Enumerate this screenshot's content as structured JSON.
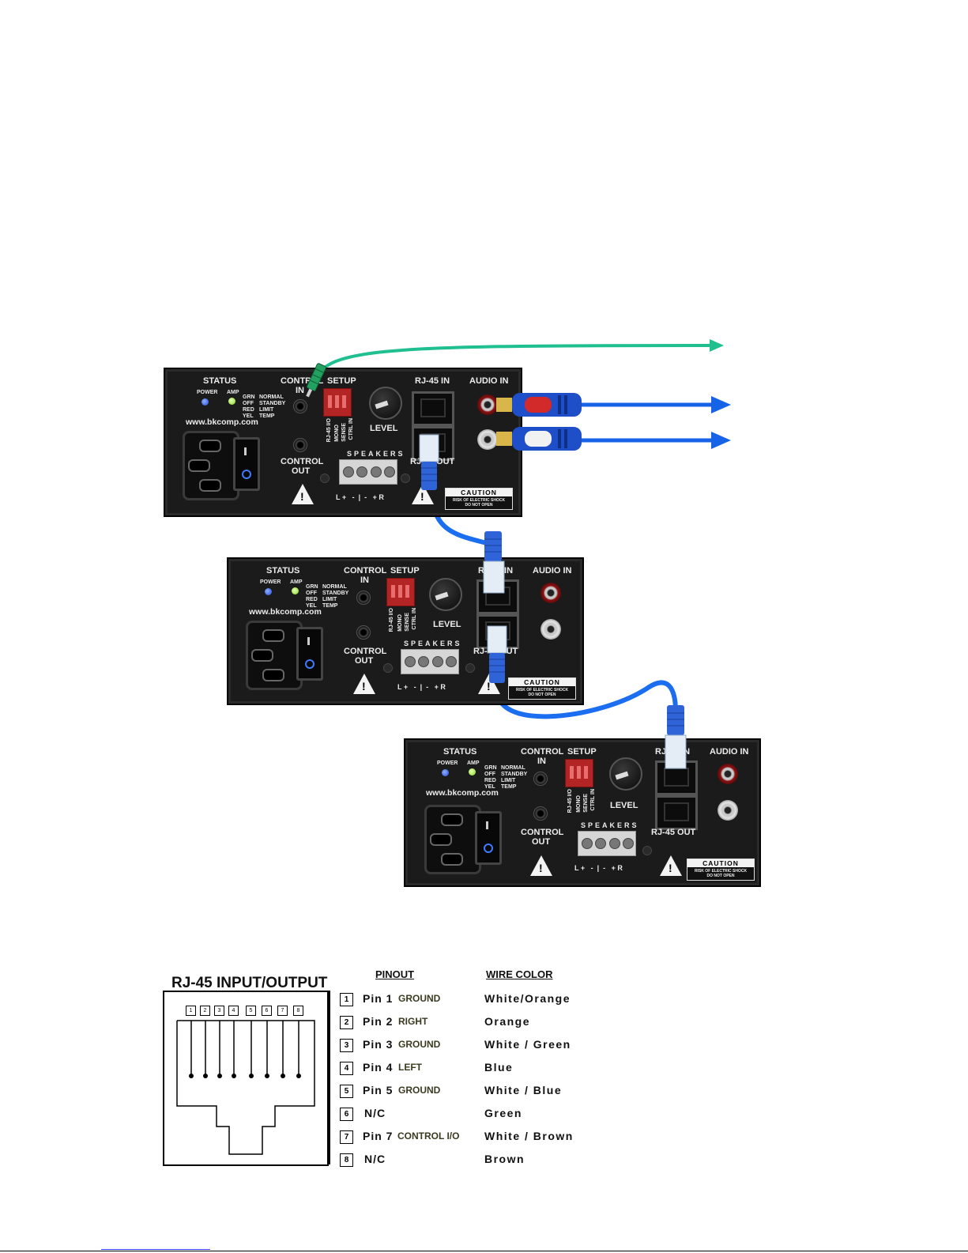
{
  "amp": {
    "status": "STATUS",
    "power": "POWER",
    "amp": "AMP",
    "grn": "GRN",
    "off": "OFF",
    "red": "RED",
    "yel": "YEL",
    "normal": "NORMAL",
    "standby": "STANDBY",
    "limit": "LIMIT",
    "temp": "TEMP",
    "website": "www.bkcomp.com",
    "control": "CONTROL",
    "in": "IN",
    "out": "OUT",
    "setup": "SETUP",
    "rj45_io": "RJ-45 I/O",
    "mono": "MONO",
    "sense": "SENSE",
    "ctrl_in": "CTRL IN",
    "level": "LEVEL",
    "rj45_in": "RJ-45 IN",
    "rj45_out": "RJ-45 OUT",
    "audio_in": "AUDIO IN",
    "speakers": "SPEAKERS",
    "speaker_polarity": "L +   -  |  -   + R",
    "caution": "CAUTION",
    "caution_line1": "RISK OF ELECTRIC SHOCK",
    "caution_line2": "DO NOT OPEN"
  },
  "cables": {
    "control_color": "#1fbf8f",
    "audio_color": "#1763e8",
    "rj45_color": "#1b6ef0"
  },
  "pinout": {
    "title": "RJ-45 INPUT/OUTPUT",
    "pinout_header": "PINOUT",
    "wire_color_header": "WIRE COLOR",
    "jack_numbers": [
      "1",
      "2",
      "3",
      "4",
      "5",
      "6",
      "7",
      "8"
    ],
    "pins": [
      {
        "num": "1",
        "label": "Pin 1",
        "signal": "GROUND",
        "wire": "White/Orange"
      },
      {
        "num": "2",
        "label": "Pin 2",
        "signal": "RIGHT",
        "wire": "Orange"
      },
      {
        "num": "3",
        "label": "Pin 3",
        "signal": "GROUND",
        "wire": "White / Green"
      },
      {
        "num": "4",
        "label": "Pin 4",
        "signal": "LEFT",
        "wire": "Blue"
      },
      {
        "num": "5",
        "label": "Pin 5",
        "signal": "GROUND",
        "wire": "White / Blue"
      },
      {
        "num": "6",
        "label": "N/C",
        "signal": "",
        "wire": "Green"
      },
      {
        "num": "7",
        "label": "Pin 7",
        "signal": "CONTROL I/O",
        "wire": "White / Brown"
      },
      {
        "num": "8",
        "label": "N/C",
        "signal": "",
        "wire": "Brown"
      }
    ]
  }
}
